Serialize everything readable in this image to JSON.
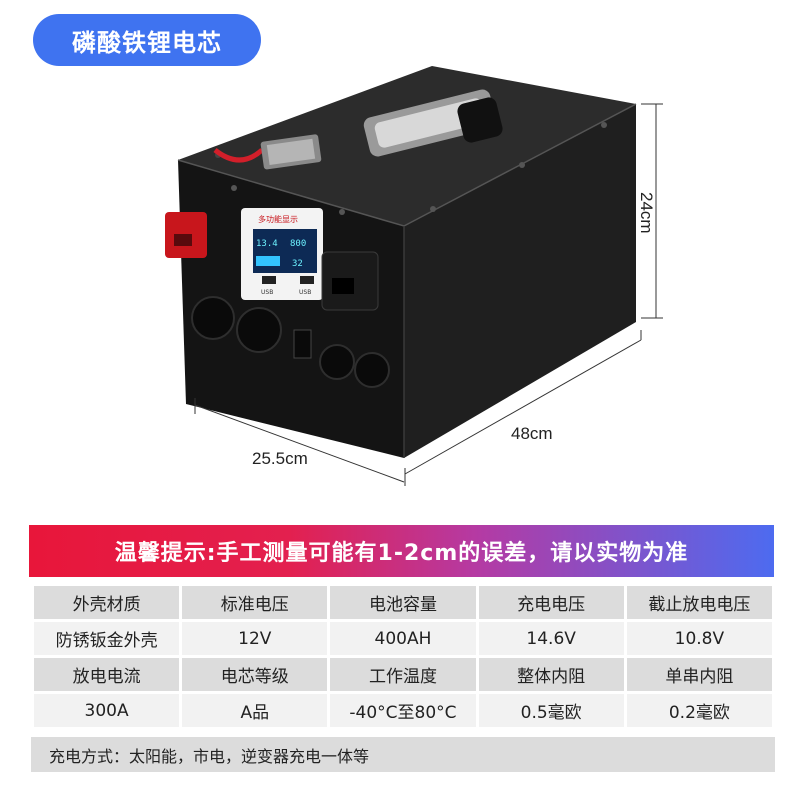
{
  "badge": {
    "label": "磷酸铁锂电芯"
  },
  "dimensions": {
    "height": "24cm",
    "length": "48cm",
    "width": "25.5cm"
  },
  "panel": {
    "title": "多功能显示",
    "display_voltage": "13.4",
    "display_capacity": "800",
    "display_temp": "32",
    "usb_left": "USB",
    "usb_right": "USB"
  },
  "notice": {
    "text": "温馨提示:手工测量可能有1-2cm的误差，请以实物为准"
  },
  "specs": {
    "row1_headers": [
      "外壳材质",
      "标准电压",
      "电池容量",
      "充电电压",
      "截止放电电压"
    ],
    "row1_values": [
      "防锈钣金外壳",
      "12V",
      "400AH",
      "14.6V",
      "10.8V"
    ],
    "row2_headers": [
      "放电电流",
      "电芯等级",
      "工作温度",
      "整体内阻",
      "单串内阻"
    ],
    "row2_values": [
      "300A",
      "A品",
      "-40°C至80°C",
      "0.5毫欧",
      "0.2毫欧"
    ]
  },
  "footer": {
    "text": "充电方式：太阳能，市电，逆变器充电一体等"
  },
  "colors": {
    "badge": "#3f73f0",
    "notice_start": "#e8163a",
    "notice_end": "#4d6bf0",
    "header_cell": "#dcdcdc",
    "value_cell": "#f2f2f2"
  }
}
